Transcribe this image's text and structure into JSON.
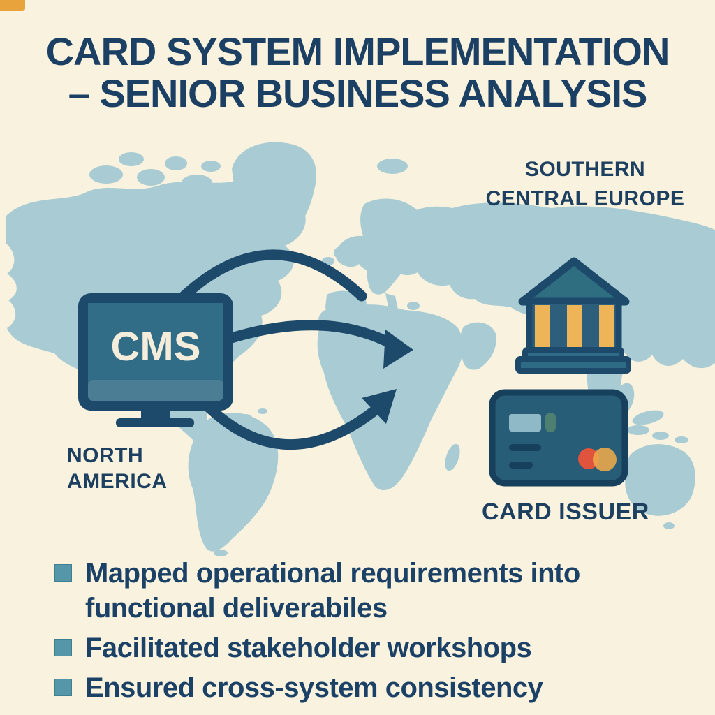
{
  "title": {
    "line1": "CARD SYSTEM IMPLEMENTATION",
    "line2": "– SENIOR BUSINESS ANALYSIS"
  },
  "labels": {
    "region_europe": {
      "line1": "SOUTHERN",
      "line2": "CENTRAL EUROPE"
    },
    "region_north_america": {
      "line1": "NORTH",
      "line2": "AMERICA"
    },
    "card_issuer": "CARD ISSUER",
    "cms": "CMS"
  },
  "bullets": [
    {
      "text": "Mapped operational requirements into functional deliverabiles"
    },
    {
      "text": "Facilitated stakeholder workshops"
    },
    {
      "text": "Ensured cross-system consistency"
    }
  ],
  "icons": [
    "cms-monitor-icon",
    "bank-icon",
    "credit-card-icon",
    "flow-arrow-top",
    "flow-arrow-middle",
    "flow-arrow-bottom",
    "bullet-square-icon",
    "world-map",
    "corner-accent"
  ],
  "colors": {
    "background": "#f9f2de",
    "map": "#a9ccd4",
    "navy": "#1d4a6b",
    "text_navy": "#1b4166",
    "monitor_screen": "#326d87",
    "monitor_strip": "#4b7e95",
    "bank_roof": "#2e6e80",
    "bank_column_yellow": "#edb558",
    "bank_column_teal": "#2d5f7c",
    "bank_base": "#2e6b85",
    "card_body": "#285d78",
    "card_outline": "#16405c",
    "card_chip": "#8fb9c7",
    "card_chip_green": "#4d8071",
    "card_circle_red": "#e0533d",
    "card_circle_orange": "#edaa4a",
    "bullet_square": "#5597a8",
    "accent_orange": "#e8a33c"
  }
}
